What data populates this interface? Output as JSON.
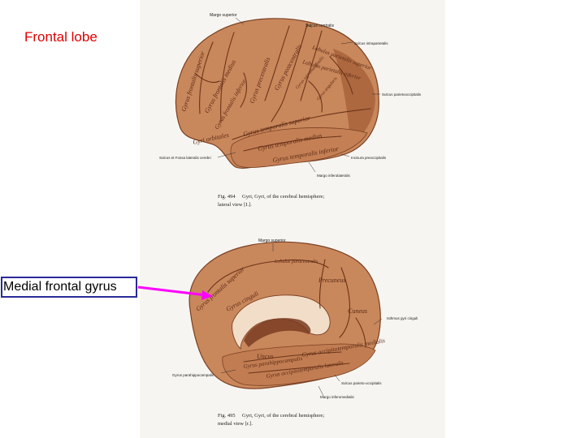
{
  "slide": {
    "title": "Frontal lobe",
    "callout": "Medial frontal gyrus",
    "colors": {
      "title": "#e00000",
      "callout_border": "#2a2a9a",
      "arrow": "#ff00ff",
      "brain": "#c9875c"
    }
  },
  "lateral": {
    "labels": {
      "margo_superior": "Margo superior",
      "sulcus_centralis": "Sulcus centralis",
      "sulcus_intraparietalis": "Sulcus intraparietalis",
      "sulcus_parietooccipitalis": "Sulcus parietooccipitalis",
      "sulcus_fossa_lateralis": "Sulcus et Fossa lateralis cerebri",
      "incisura_preoccipitalis": "Incisura preoccipitalis",
      "margo_inferolateralis": "Margo inferolateralis"
    },
    "gyri": {
      "g1": "Gyrus frontalis superior",
      "g2": "Gyrus frontalis medius",
      "g3": "Gyrus frontalis inferior",
      "g4": "Gyrus precentralis",
      "g5": "Gyrus postcentralis",
      "g6": "Lobulus parietalis superior",
      "g7": "Lobulus parietalis inferior",
      "g8": "Gyrus supramarginalis",
      "g9": "Gyrus angularis",
      "g10": "Gyri orbitales",
      "g11": "Gyrus temporalis superior",
      "g12": "Gyrus temporalis medius",
      "g13": "Gyrus temporalis inferior"
    },
    "caption_fig": "Fig. 494",
    "caption_line1": "Gyri, Gyri, of the cerebral hemisphere;",
    "caption_line2": "lateral view [I.]."
  },
  "medial": {
    "labels": {
      "margo_superior": "Margo superior",
      "isthmus": "Isthmus gyri cinguli",
      "gyrus_parahippocampalis": "Gyrus parahippocampalis",
      "sulcus_parieto_occ": "Sulcus parieto-occipitalis",
      "margo_inferomedialis": "Margo inferomedialis"
    },
    "gyri": {
      "g1": "Gyrus frontalis superior",
      "g2": "Gyrus cinguli",
      "g3": "Lobulus paracentralis",
      "g4": "Precuneus",
      "g5": "Cuneus",
      "g6": "Gyrus occipitotemporalis medialis",
      "g7": "Uncus",
      "g8": "Gyrus occipitotemporalis lateralis",
      "g9": "Gyrus parahippocampalis"
    },
    "caption_fig": "Fig. 495",
    "caption_line1": "Gyri, Gyri, of the cerebral hemisphere;",
    "caption_line2": "medial view [r.]."
  }
}
